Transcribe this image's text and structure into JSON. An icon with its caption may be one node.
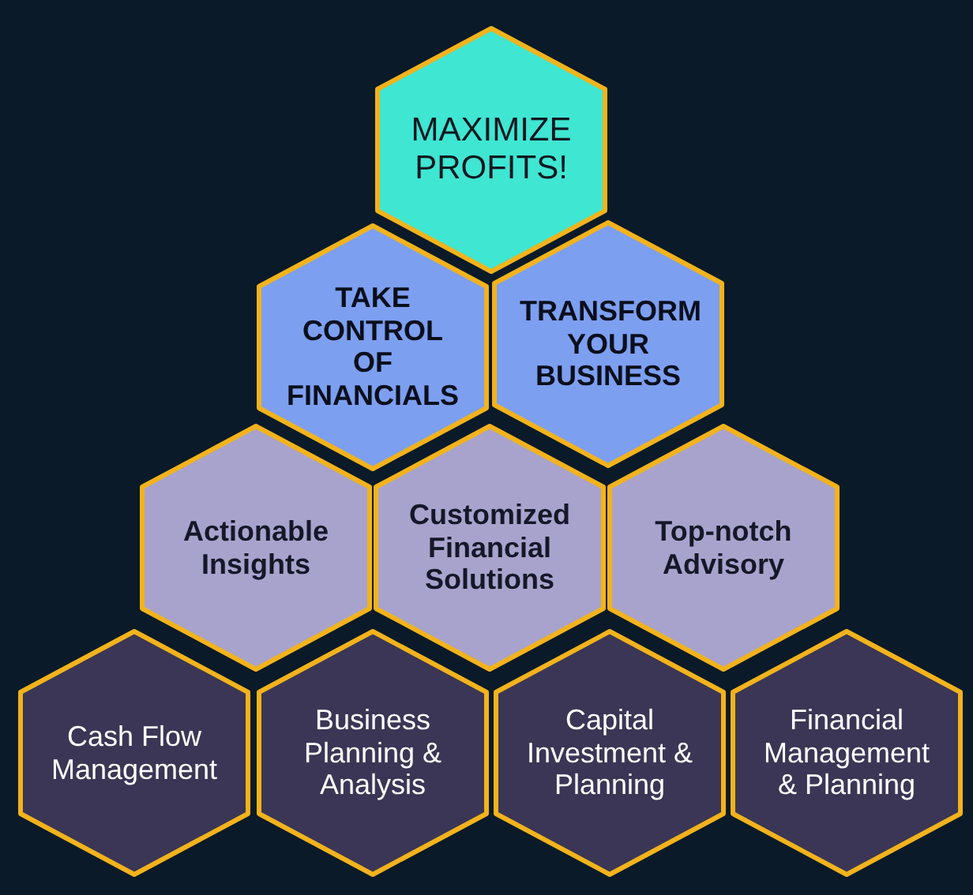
{
  "diagram": {
    "nodes": [
      {
        "text": [
          "MAXIMIZE PROFITS!"
        ]
      },
      {
        "text": [
          "TAKE CONTROL OF FINANCIALS"
        ]
      },
      {
        "text": [
          "TRANSFORM YOUR BUSINESS"
        ]
      },
      {
        "text": [
          "Actionable Insights"
        ]
      },
      {
        "text": [
          "Customized Financial Solutions"
        ]
      },
      {
        "text": [
          "Top-notch Advisory"
        ]
      },
      {
        "text": [
          "Cash Flow Management"
        ]
      },
      {
        "text": [
          "Business Planning & Analysis"
        ]
      },
      {
        "text": [
          "Capital Investment & Planning"
        ]
      },
      {
        "text": [
          "Financial Management & Planning"
        ]
      }
    ]
  }
}
